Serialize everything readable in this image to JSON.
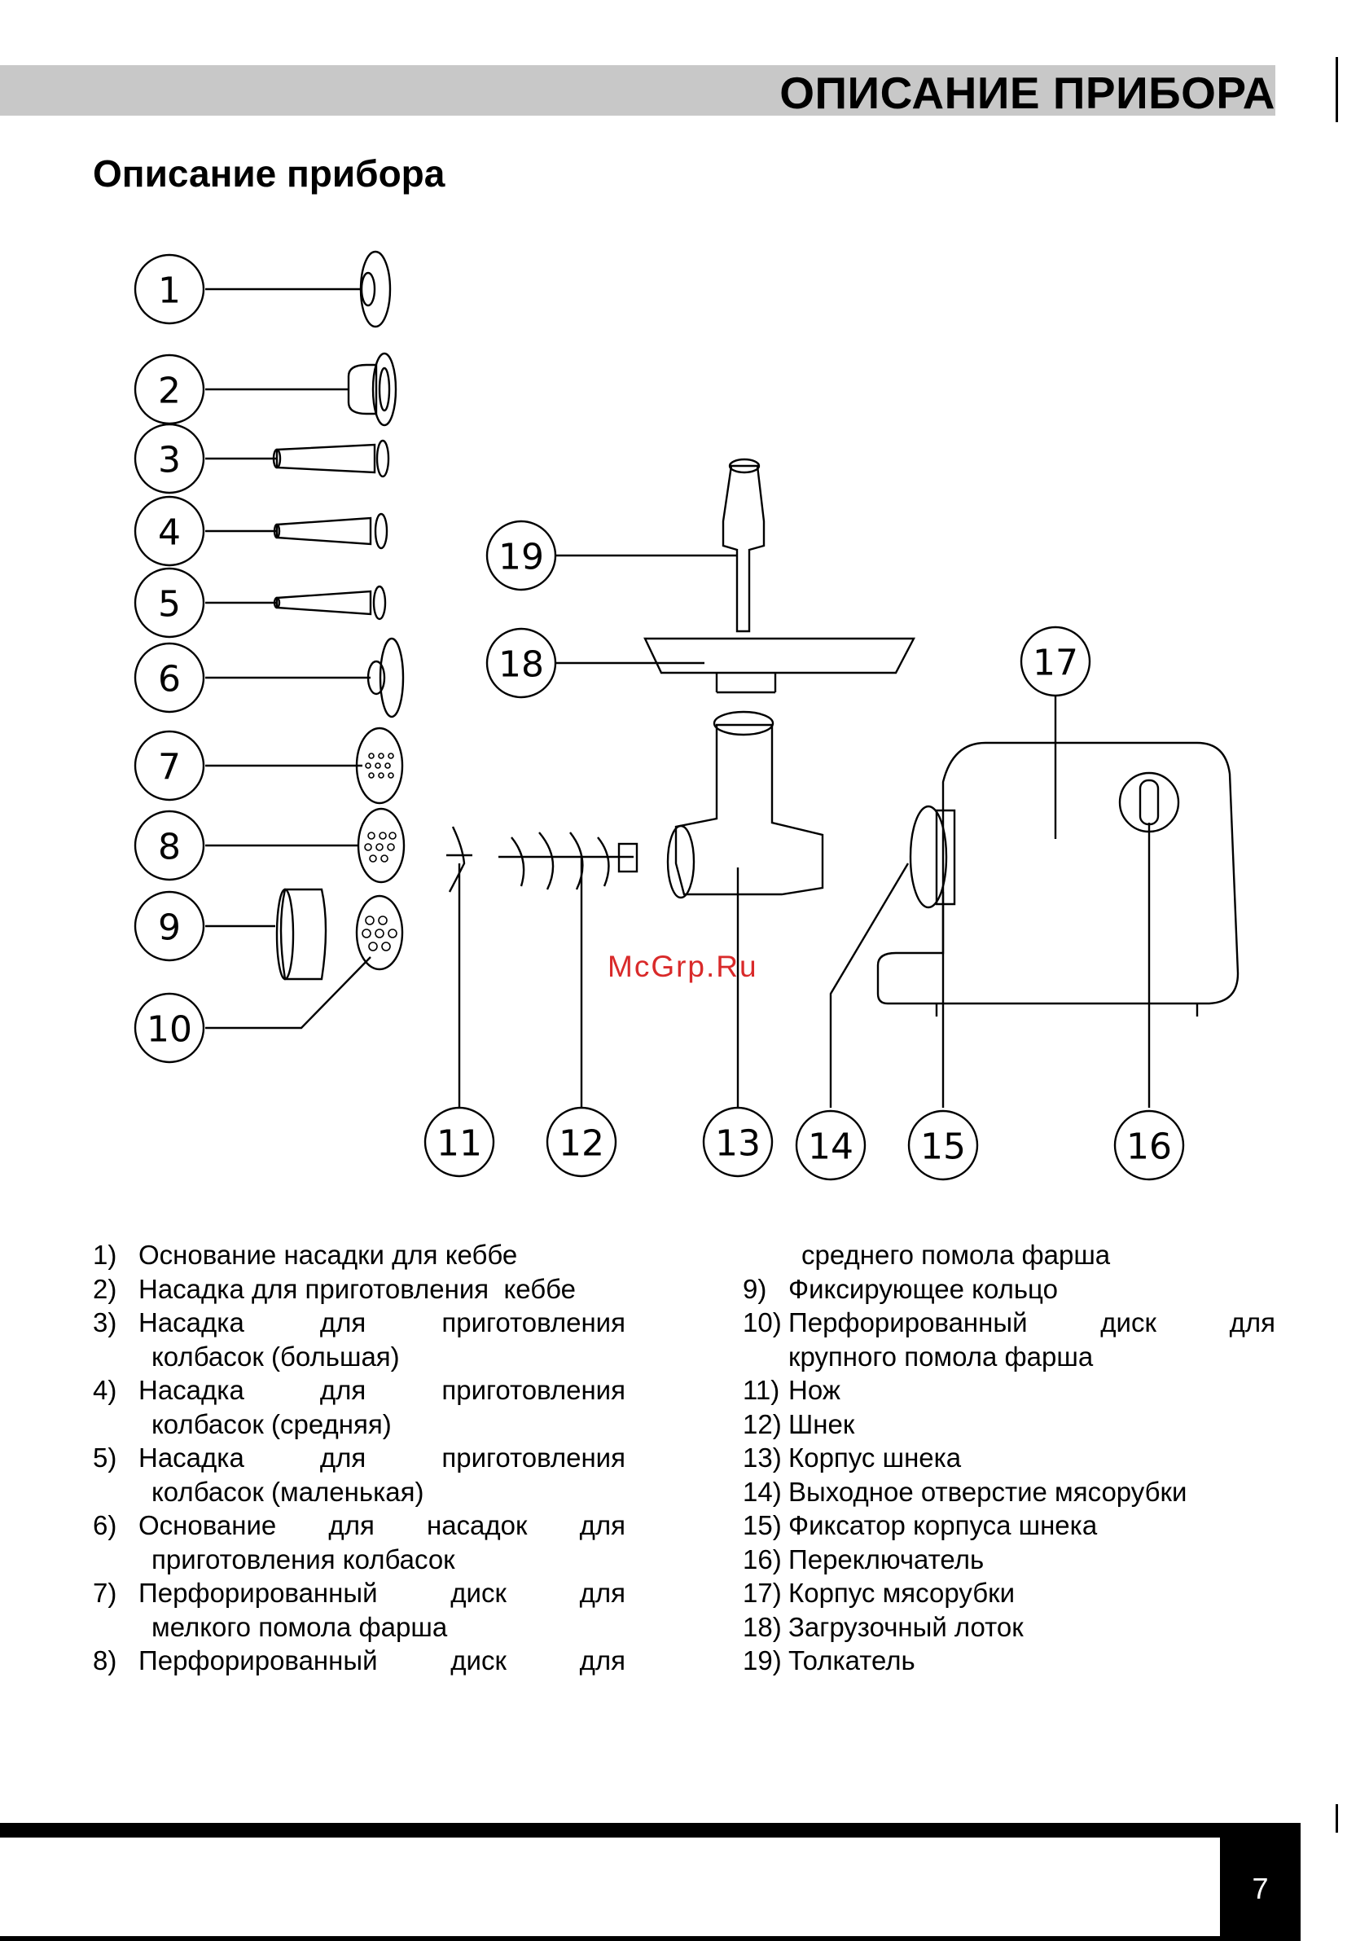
{
  "header": {
    "title": "ОПИСАНИЕ ПРИБОРА"
  },
  "section": {
    "title": "Описание прибора"
  },
  "diagram": {
    "callouts": [
      "1",
      "2",
      "3",
      "4",
      "5",
      "6",
      "7",
      "8",
      "9",
      "10",
      "11",
      "12",
      "13",
      "14",
      "15",
      "16",
      "17",
      "18",
      "19"
    ]
  },
  "watermark": "McGrp.Ru",
  "legend": {
    "left": [
      {
        "num": "1)",
        "lines": [
          "Основание насадки для кеббе"
        ]
      },
      {
        "num": "2)",
        "lines": [
          "Насадка для приготовления  кеббе"
        ]
      },
      {
        "num": "3)",
        "lines": [
          "Насадка для приготовления",
          "колбасок (большая)"
        ]
      },
      {
        "num": "4)",
        "lines": [
          "Насадка для приготовления",
          "колбасок (средняя)"
        ]
      },
      {
        "num": "5)",
        "lines": [
          "Насадка для приготовления",
          "колбасок (маленькая)"
        ]
      },
      {
        "num": "6)",
        "lines": [
          "Основание для насадок для",
          "приготовления колбасок"
        ]
      },
      {
        "num": "7)",
        "lines": [
          "Перфорированный диск для",
          "мелкого помола фарша"
        ]
      },
      {
        "num": "8)",
        "lines": [
          "Перфорированный диск для"
        ]
      }
    ],
    "right_continuation": "среднего помола фарша",
    "right": [
      {
        "num": "9)",
        "lines": [
          "Фиксирующее кольцо"
        ]
      },
      {
        "num": "10)",
        "lines": [
          "Перфорированный диск для",
          "крупного помола фарша"
        ]
      },
      {
        "num": "11)",
        "lines": [
          "Нож"
        ]
      },
      {
        "num": "12)",
        "lines": [
          "Шнек"
        ]
      },
      {
        "num": "13)",
        "lines": [
          "Корпус шнека"
        ]
      },
      {
        "num": "14)",
        "lines": [
          "Выходное отверстие мясорубки"
        ]
      },
      {
        "num": "15)",
        "lines": [
          "Фиксатор корпуса шнека"
        ]
      },
      {
        "num": "16)",
        "lines": [
          "Переключатель"
        ]
      },
      {
        "num": "17)",
        "lines": [
          "Корпус мясорубки"
        ]
      },
      {
        "num": "18)",
        "lines": [
          "Загрузочный лоток"
        ]
      },
      {
        "num": "19)",
        "lines": [
          "Толкатель"
        ]
      }
    ]
  },
  "footer": {
    "page_number": "7"
  }
}
